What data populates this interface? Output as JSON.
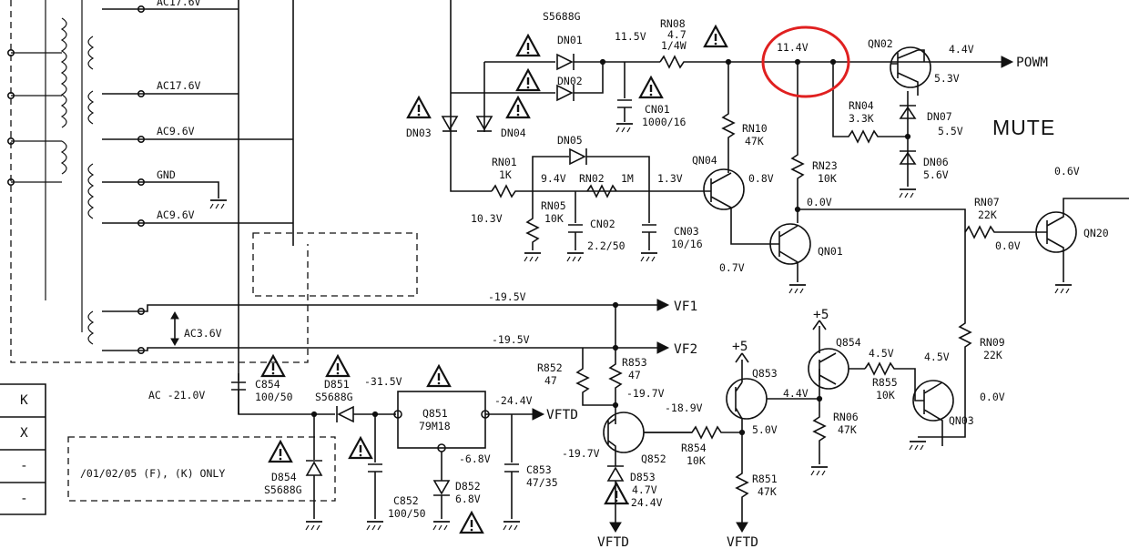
{
  "diagram": {
    "labels": {
      "ac17_6_top": "AC17.6V",
      "ac17_6": "AC17.6V",
      "ac9_6_a": "AC9.6V",
      "gnd": "GND",
      "ac9_6_b": "AC9.6V",
      "ac3_6": "AC3.6V",
      "ac_neg21": "AC -21.0V",
      "dn01_04_part": "S5688G",
      "dn01": "DN01",
      "dn02": "DN02",
      "dn03": "DN03",
      "dn04": "DN04",
      "dn05": "DN05",
      "rn08": "RN08",
      "rn08_val": "4.7",
      "rn08_pwr": "1/4W",
      "v11_5": "11.5V",
      "v11_4": "11.4V",
      "cn01": "CN01",
      "cn01_val": "1000/16",
      "rn10": "RN10",
      "rn10_val": "47K",
      "qn02": "QN02",
      "v4_4_powm": "4.4V",
      "powm": "POWM",
      "v5_3": "5.3V",
      "rn04": "RN04",
      "rn04_val": "3.3K",
      "dn07": "DN07",
      "v5_5": "5.5V",
      "mute": "MUTE",
      "dn06": "DN06",
      "dn06_val": "5.6V",
      "rn01": "RN01",
      "rn01_val": "1K",
      "v9_4": "9.4V",
      "rn02": "RN02",
      "rn02_val": "1M",
      "v1_3": "1.3V",
      "qn04": "QN04",
      "v0_8": "0.8V",
      "rn23": "RN23",
      "rn23_val": "10K",
      "v0_6": "0.6V",
      "v10_3": "10.3V",
      "rn05": "RN05",
      "rn05_val": "10K",
      "cn02": "CN02",
      "cn02_val": "2.2/50",
      "cn03": "CN03",
      "cn03_val": "10/16",
      "v0_0_a": "0.0V",
      "rn07": "RN07",
      "rn07_val": "22K",
      "v0_0_b": "0.0V",
      "qn20": "QN20",
      "qn01": "QN01",
      "v0_7": "0.7V",
      "v19_5_a": "-19.5V",
      "vf1": "VF1",
      "v19_5_b": "-19.5V",
      "vf2": "VF2",
      "rn09": "RN09",
      "rn09_val": "22K",
      "c854": "C854",
      "c854_val": "100/50",
      "d851": "D851",
      "d851_part": "S5688G",
      "v31_5": "-31.5V",
      "r852": "R852",
      "r852_val": "47",
      "r853": "R853",
      "r853_val": "47",
      "plus5_a": "+5",
      "plus5_b": "+5",
      "q854": "Q854",
      "v4_5_a": "4.5V",
      "v4_5_b": "4.5V",
      "r855": "R855",
      "r855_val": "10K",
      "q853": "Q853",
      "v4_4_b": "4.4V",
      "v24_4": "-24.4V",
      "vftd_out": "VFTD",
      "q851": "Q851",
      "q851_part": "79M18",
      "v19_7_a": "-19.7V",
      "v18_9": "-18.9V",
      "rn06": "RN06",
      "rn06_val": "47K",
      "v0_0_c": "0.0V",
      "qn03": "QN03",
      "v6_8": "-6.8V",
      "v5_0": "5.0V",
      "v19_7_b": "-19.7V",
      "q852": "Q852",
      "r854": "R854",
      "r854_val": "10K",
      "d852": "D852",
      "d852_val": "6.8V",
      "c853": "C853",
      "c853_val": "47/35",
      "d853": "D853",
      "d853_val": "4.7V",
      "v24_4_b": "-24.4V",
      "r851": "R851",
      "r851_val": "47K",
      "d854": "D854",
      "d854_part": "S5688G",
      "c852": "C852",
      "c852_val": "100/50",
      "note": "/01/02/05 (F), (K) ONLY",
      "vftd_bot1": "VFTD",
      "vftd_bot2": "VFTD",
      "region_k": "K",
      "region_x": "X",
      "region_dash1": "-",
      "region_dash2": "-"
    }
  }
}
